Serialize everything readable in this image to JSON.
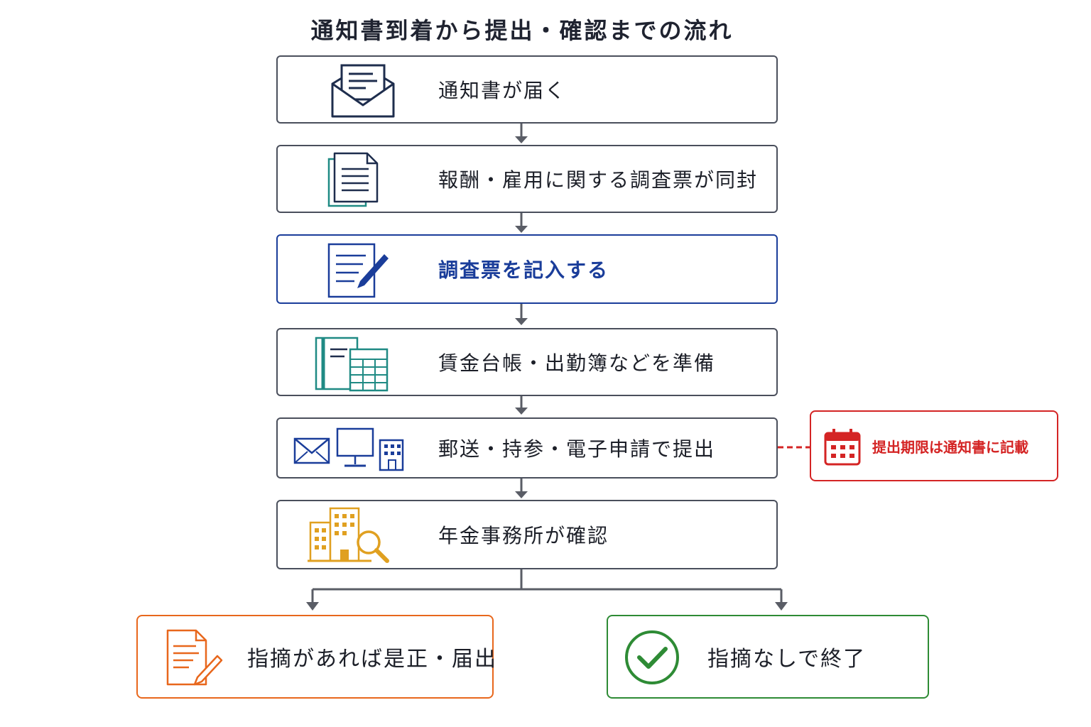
{
  "title": "通知書到着から提出・確認までの流れ",
  "steps": [
    {
      "label": "通知書が届く",
      "icon": "envelope-letter-icon"
    },
    {
      "label": "報酬・雇用に関する調査票が同封",
      "icon": "documents-icon"
    },
    {
      "label": "調査票を記入する",
      "icon": "form-pen-icon"
    },
    {
      "label": "賃金台帳・出勤簿などを準備",
      "icon": "ledger-spreadsheet-icon"
    },
    {
      "label": "郵送・持参・電子申請で提出",
      "icon": "mail-computer-office-icon"
    },
    {
      "label": "年金事務所が確認",
      "icon": "building-search-icon"
    }
  ],
  "note": {
    "label": "提出期限は通知書に記載",
    "icon": "calendar-icon",
    "color": "#d42424"
  },
  "outcomes": [
    {
      "label": "指摘があれば是正・届出",
      "icon": "document-pen-icon",
      "color": "#e8671c"
    },
    {
      "label": "指摘なしで終了",
      "icon": "checkmark-circle-icon",
      "color": "#2e8b35"
    }
  ],
  "colors": {
    "highlight": "#1a3d9a",
    "border": "#4a4f5c",
    "arrow": "#5a5d66"
  }
}
